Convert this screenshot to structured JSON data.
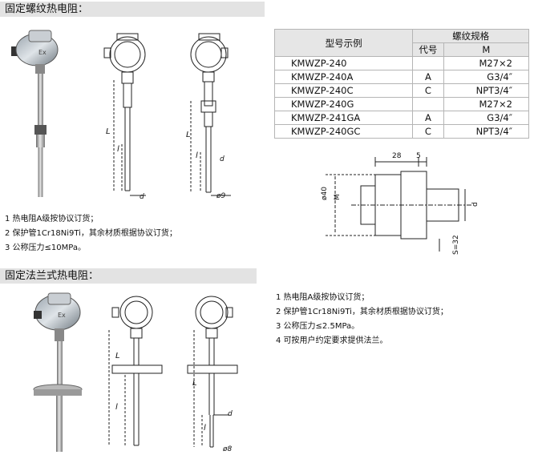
{
  "section1": {
    "title": "固定螺纹热电阻：",
    "notes": [
      "1 热电阻A级按协议订货；",
      "2 保护管1Cr18Ni9Ti，其余材质根据协议订货；",
      "3 公称压力≤10MPa。"
    ],
    "drawing_labels": {
      "length_L": "L",
      "length_l": "l",
      "d": "d",
      "phi9": "ø9",
      "ex": "Ex"
    }
  },
  "spec_table": {
    "col_model": "型号示例",
    "col_thread": "螺纹规格",
    "col_code": "代号",
    "col_m": "M",
    "rows": [
      {
        "model": "KMWZP-240",
        "code": "",
        "thread": "M27×2"
      },
      {
        "model": "KMWZP-240A",
        "code": "A",
        "thread": "G3/4″"
      },
      {
        "model": "KMWZP-240C",
        "code": "C",
        "thread": "NPT3/4″"
      },
      {
        "model": "KMWZP-240G",
        "code": "",
        "thread": "M27×2"
      },
      {
        "model": "KMWZP-241GA",
        "code": "A",
        "thread": "G3/4″"
      },
      {
        "model": "KMWZP-240GC",
        "code": "C",
        "thread": "NPT3/4″"
      }
    ]
  },
  "fitting_drawing": {
    "dim_28": "28",
    "dim_5": "5",
    "dim_40": "ø40",
    "dim_M": "M",
    "dim_d": "d",
    "dim_S": "S=32"
  },
  "section2": {
    "title": "固定法兰式热电阻：",
    "notes": [
      "1 热电阻A级按协议订货；",
      "2 保护管1Cr18Ni9Ti，其余材质根据协议订货；",
      "3 公称压力≤2.5MPa。",
      "4 可按用户约定要求提供法兰。"
    ],
    "drawing_labels": {
      "length_L": "L",
      "length_l": "l",
      "d": "d",
      "phi8": "ø8",
      "ex": "Ex"
    }
  }
}
